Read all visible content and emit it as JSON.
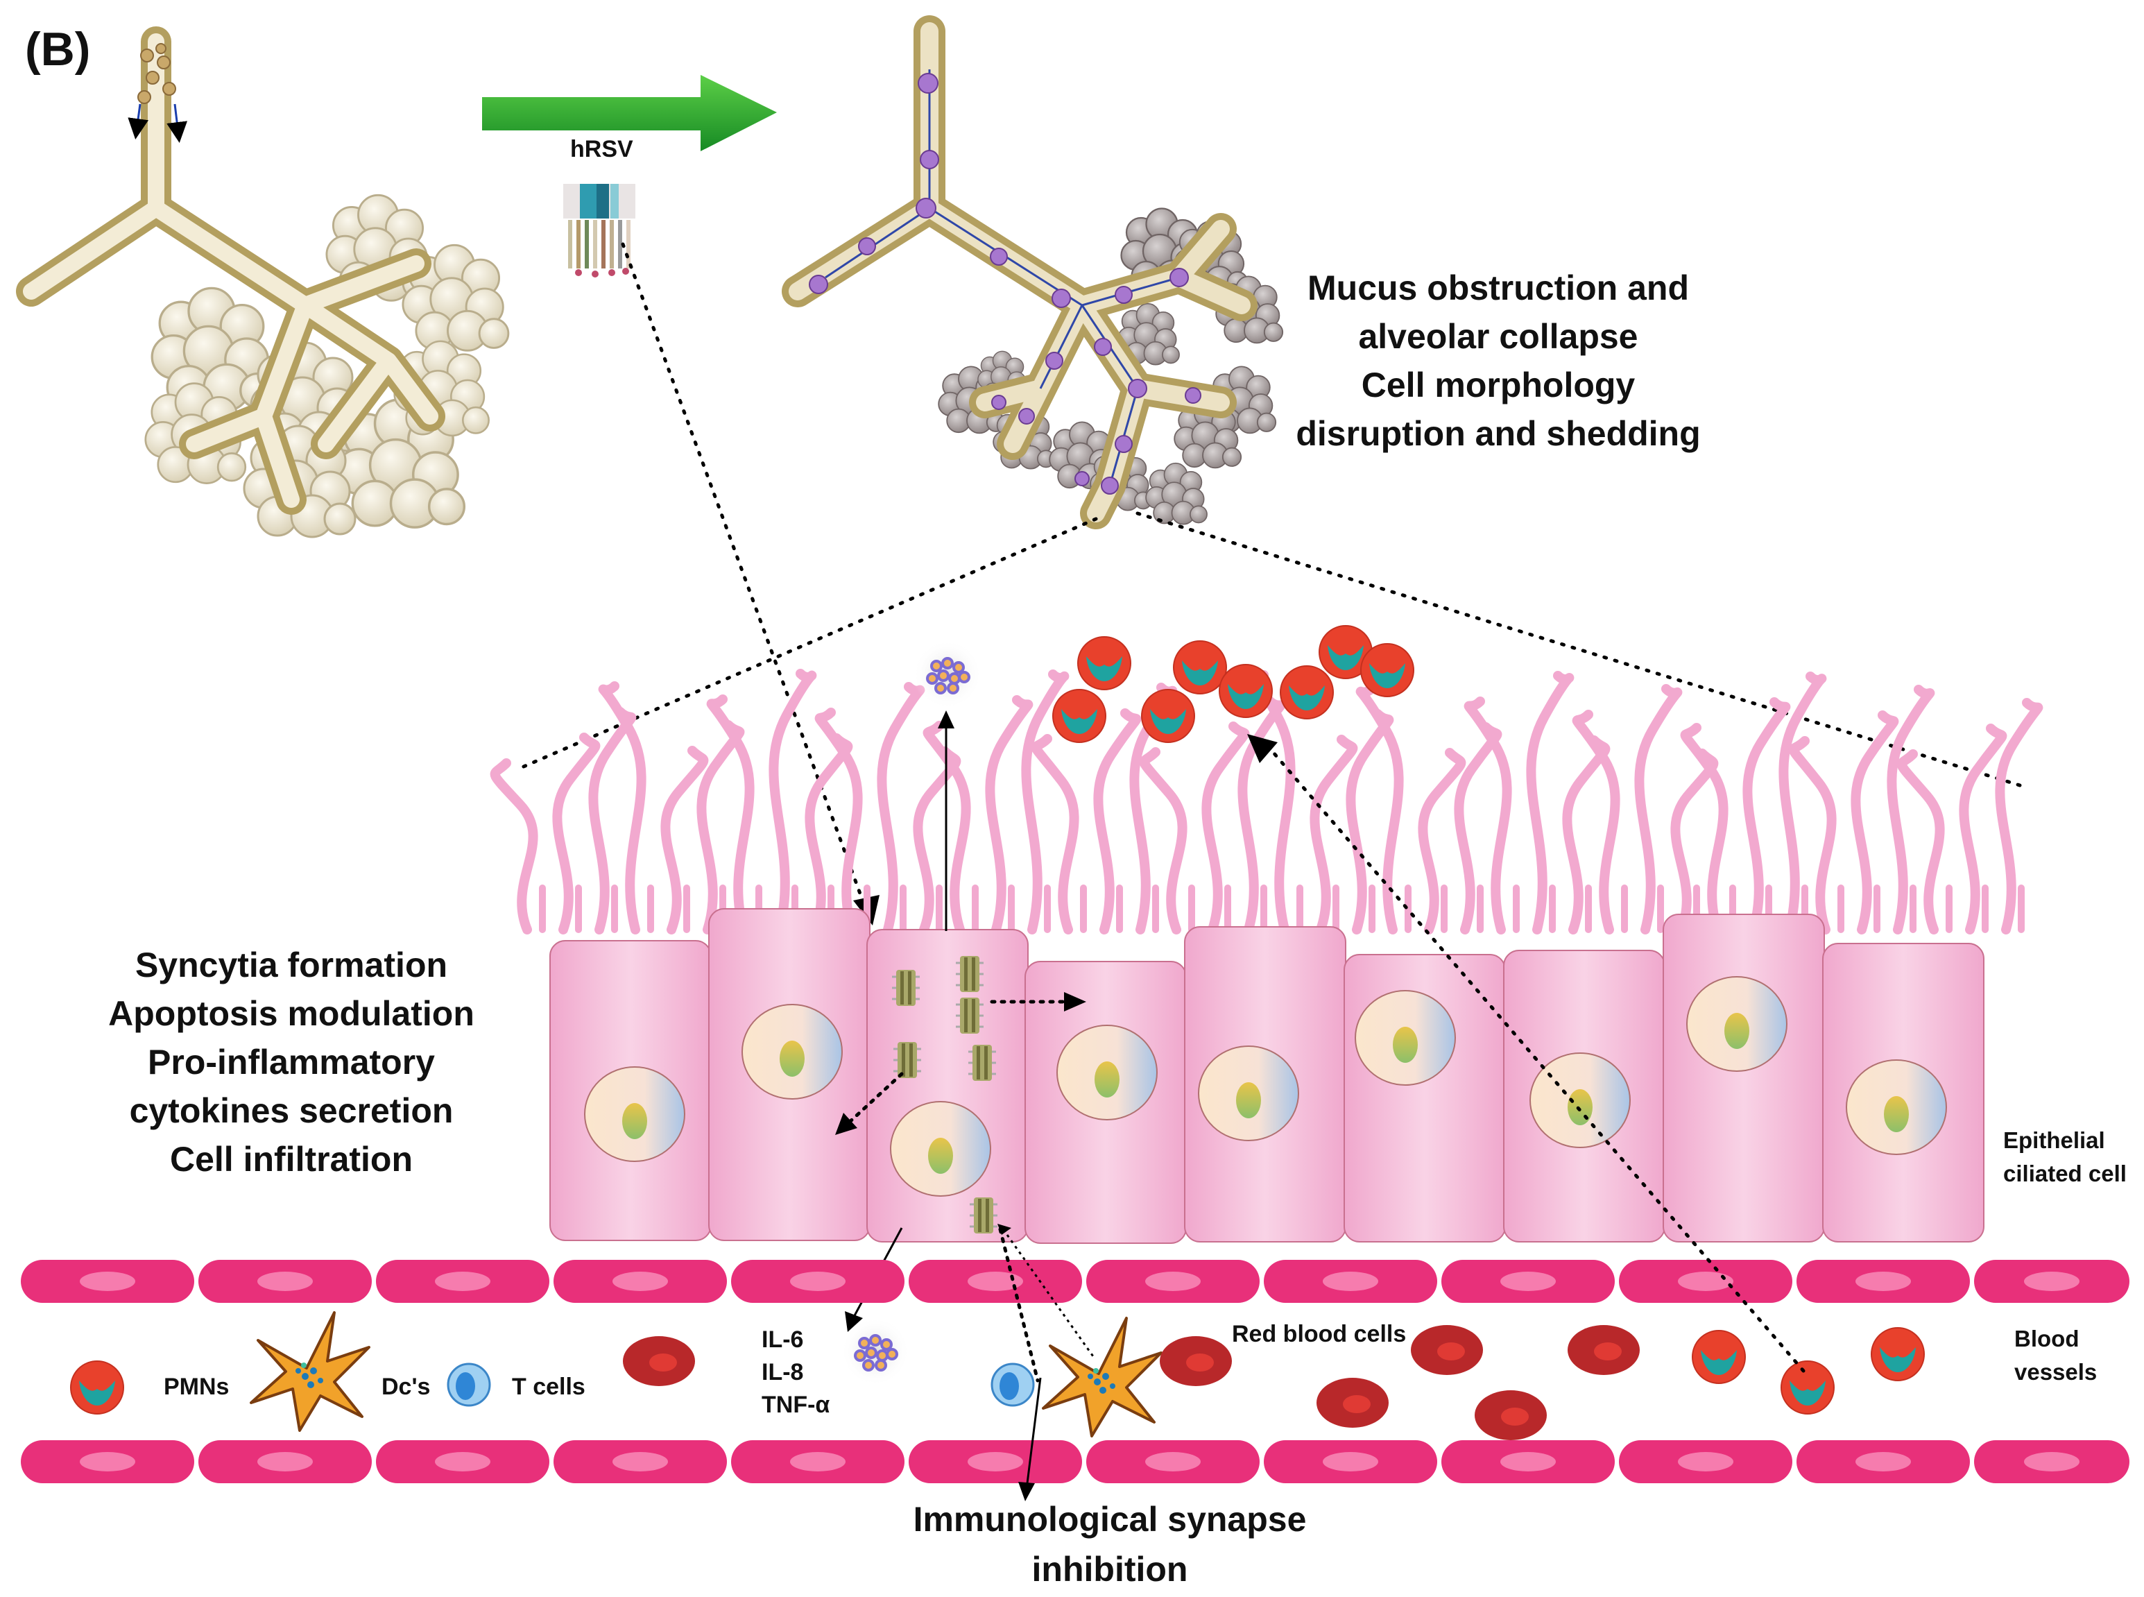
{
  "panel_label": "(B)",
  "virus_label": "hRSV",
  "airway_effects": [
    "Mucus obstruction and",
    "alveolar collapse",
    "Cell morphology",
    "disruption and shedding"
  ],
  "epithelial_effects": [
    "Syncytia formation",
    "Apoptosis modulation",
    "Pro-inflammatory",
    "cytokines secretion",
    "Cell infiltration"
  ],
  "epithelial_cell_label": "Epithelial ciliated cell",
  "blood_vessels_label": "Blood vessels",
  "cell_types": {
    "pmns": "PMNs",
    "dcs": "Dc's",
    "t_cells": "T cells",
    "red_blood_cells": "Red blood cells"
  },
  "cytokines": [
    "IL-6",
    "IL-8",
    "TNF-α"
  ],
  "synapse_label": [
    "Immunological synapse",
    "inhibition"
  ],
  "colors": {
    "arrow_green": "#22a22a",
    "cell_pink": "#f3b8d6",
    "cilia_pink": "#f2a9cf",
    "vessel_magenta": "#e8307a",
    "pmn_red": "#e8412c",
    "pmn_teal": "#1fa3a0",
    "rbc_red": "#b8282a",
    "dc_orange": "#f1a22a",
    "airway_tan": "#c9b77d",
    "alveoli_light": "#ece4cc",
    "alveoli_infected": "#b9aeae",
    "virus_purple": "#8a5bb3"
  }
}
